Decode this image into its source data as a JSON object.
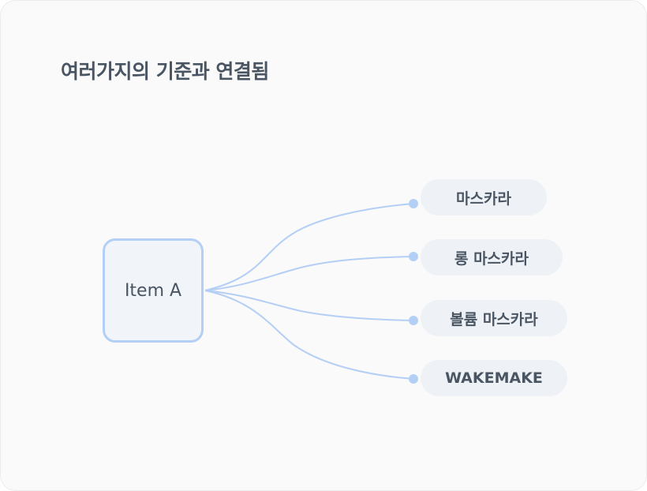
{
  "title": "여러가지의 기준과 연결됨",
  "source": {
    "label": "Item A"
  },
  "targets": [
    {
      "label": "마스카라"
    },
    {
      "label": "롱 마스카라"
    },
    {
      "label": "볼륨 마스카라"
    },
    {
      "label": "WAKEMAKE"
    }
  ],
  "colors": {
    "accent": "#b4cff5",
    "text": "#4a5563",
    "node_bg": "#f1f5fa",
    "pill_bg": "#eef2f6",
    "card_bg": "#fafafa"
  }
}
